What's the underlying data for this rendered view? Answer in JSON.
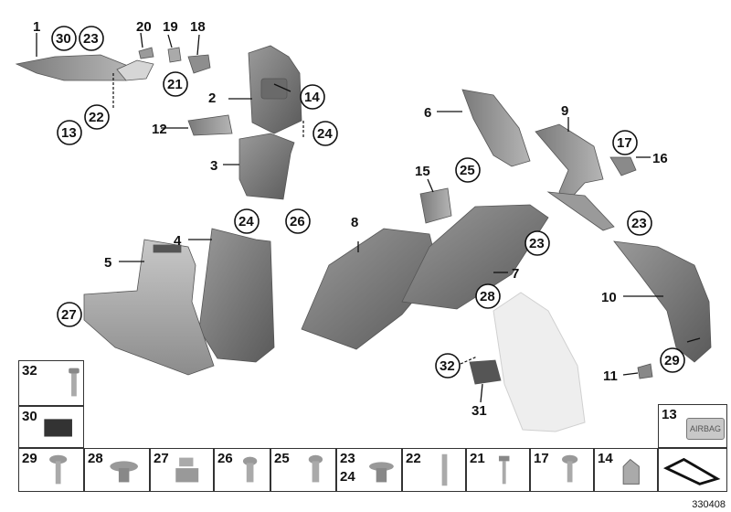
{
  "callouts": [
    "1",
    "30",
    "23",
    "20",
    "19",
    "18",
    "21",
    "2",
    "14",
    "22",
    "13",
    "12",
    "3",
    "24",
    "24",
    "26",
    "5",
    "4",
    "27",
    "6",
    "9",
    "17",
    "16",
    "25",
    "15",
    "8",
    "23",
    "7",
    "28",
    "23",
    "10",
    "29",
    "11",
    "32",
    "31",
    "13"
  ],
  "grid_labels": [
    "32",
    "30",
    "29",
    "28",
    "27",
    "26",
    "25",
    "23",
    "24",
    "22",
    "21",
    "17",
    "14"
  ],
  "part_label_text": "AIRBAG",
  "image_number": "330408",
  "colors": {
    "part_dark": "#6e6e6e",
    "part_mid": "#8a8a8a",
    "part_light": "#b7b7b7",
    "part_ghost": "#eeeeee",
    "line": "#111111"
  }
}
